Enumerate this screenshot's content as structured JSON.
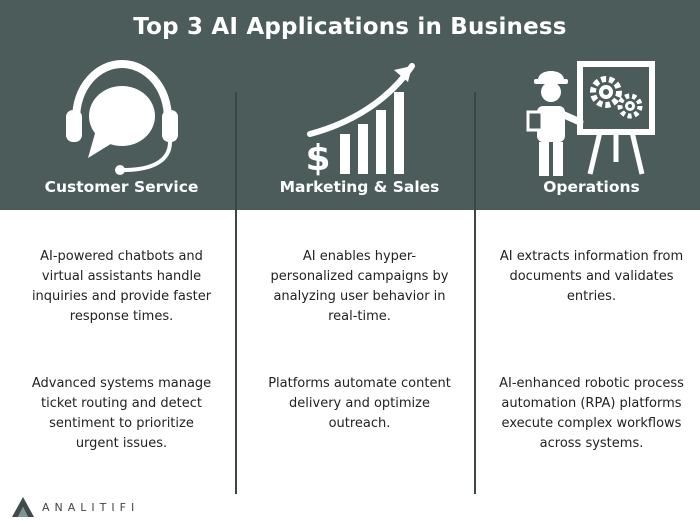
{
  "title": "Top 3 AI Applications in Business",
  "colors": {
    "header_bg": "#4b5c5b",
    "icon": "#ffffff",
    "text": "#222222"
  },
  "columns": [
    {
      "icon": "headset-chat-icon",
      "heading": "Customer Service",
      "paragraphs": [
        "AI-powered chatbots and virtual assistants handle inquiries and provide faster response times.",
        "Advanced systems manage ticket routing and detect sentiment to prioritize urgent issues."
      ]
    },
    {
      "icon": "growth-chart-dollar-icon",
      "heading": "Marketing & Sales",
      "paragraphs": [
        "AI enables hyper-personalized campaigns by analyzing user behavior in real-time.",
        "Platforms automate content delivery and optimize outreach."
      ]
    },
    {
      "icon": "worker-presentation-gears-icon",
      "heading": "Operations",
      "paragraphs": [
        "AI extracts information from documents and validates entries.",
        "AI-enhanced robotic process automation (RPA) platforms execute complex workflows across systems."
      ]
    }
  ],
  "brand": {
    "name": "ANALITIFI",
    "icon": "analitifi-logo-icon"
  }
}
